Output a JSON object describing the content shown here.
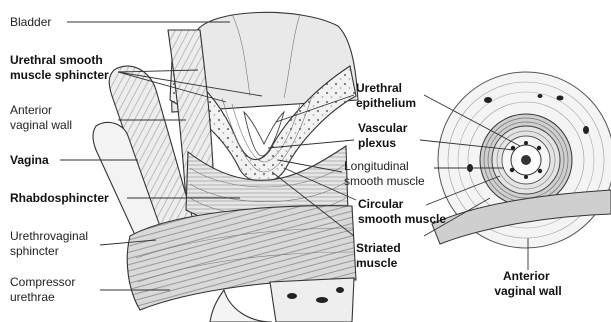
{
  "labels": {
    "bladder": "Bladder",
    "urethral_smooth_1": "Urethral smooth",
    "urethral_smooth_2": "muscle sphincter",
    "anterior_vaginal_1": "Anterior",
    "anterior_vaginal_2": "vaginal wall",
    "vagina": "Vagina",
    "rhabdosphincter": "Rhabdosphincter",
    "urethrovaginal_1": "Urethrovaginal",
    "urethrovaginal_2": "sphincter",
    "compressor_1": "Compressor",
    "compressor_2": "urethrae",
    "urethral_epi_1": "Urethral",
    "urethral_epi_2": "epithelium",
    "vascular_1": "Vascular",
    "vascular_2": "plexus",
    "longitudinal_1": "Longitudinal",
    "longitudinal_2": "smooth muscle",
    "circular_1": "Circular",
    "circular_2": "smooth muscle",
    "striated_1": "Striated",
    "striated_2": "muscle",
    "ant_vag_right_1": "Anterior",
    "ant_vag_right_2": "vaginal wall"
  }
}
